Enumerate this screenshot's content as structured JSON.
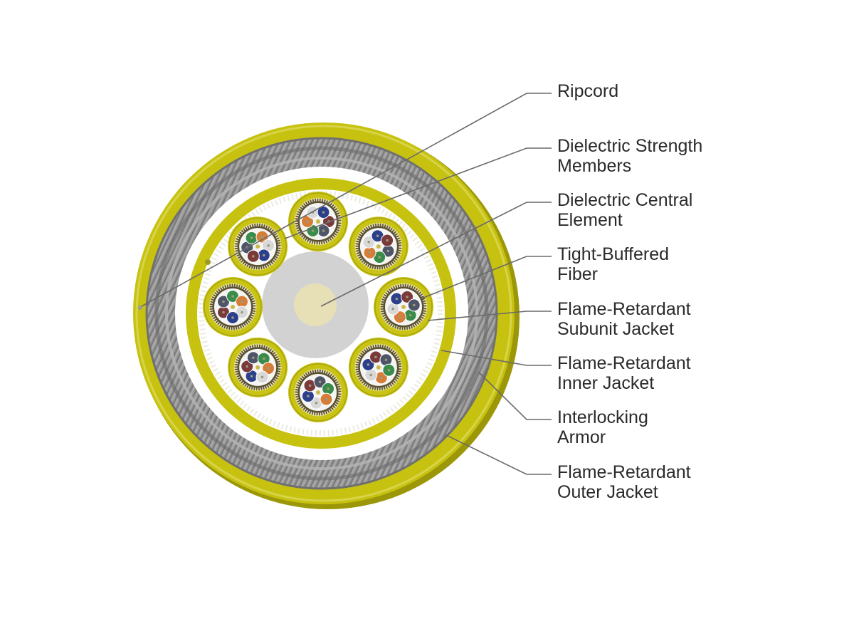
{
  "diagram": {
    "callouts": [
      {
        "id": "ripcord",
        "lines": [
          "Ripcord"
        ]
      },
      {
        "id": "dielectric-strength-members",
        "lines": [
          "Dielectric Strength",
          "Members"
        ]
      },
      {
        "id": "dielectric-central-element",
        "lines": [
          "Dielectric Central",
          "Element"
        ]
      },
      {
        "id": "tight-buffered-fiber",
        "lines": [
          "Tight-Buffered",
          "Fiber"
        ]
      },
      {
        "id": "flame-retardant-subunit-jacket",
        "lines": [
          "Flame-Retardant",
          "Subunit Jacket"
        ]
      },
      {
        "id": "flame-retardant-inner-jacket",
        "lines": [
          "Flame-Retardant",
          "Inner Jacket"
        ]
      },
      {
        "id": "interlocking-armor",
        "lines": [
          "Interlocking",
          "Armor"
        ]
      },
      {
        "id": "flame-retardant-outer-jacket",
        "lines": [
          "Flame-Retardant",
          "Outer Jacket"
        ]
      }
    ],
    "colors": {
      "jacket_yellow": "#c9c414",
      "jacket_dark": "#a9a50e",
      "armor_gray": "#8e8e8e",
      "central_element": "#d3d3d3",
      "central_core": "#e7dfb6",
      "leader_line": "#6a6a6a",
      "fiber_colors": [
        "#7a3a3a",
        "#4f5568",
        "#3a8c4a",
        "#d67d38",
        "#d8d8d8",
        "#2c3f8c"
      ]
    }
  }
}
